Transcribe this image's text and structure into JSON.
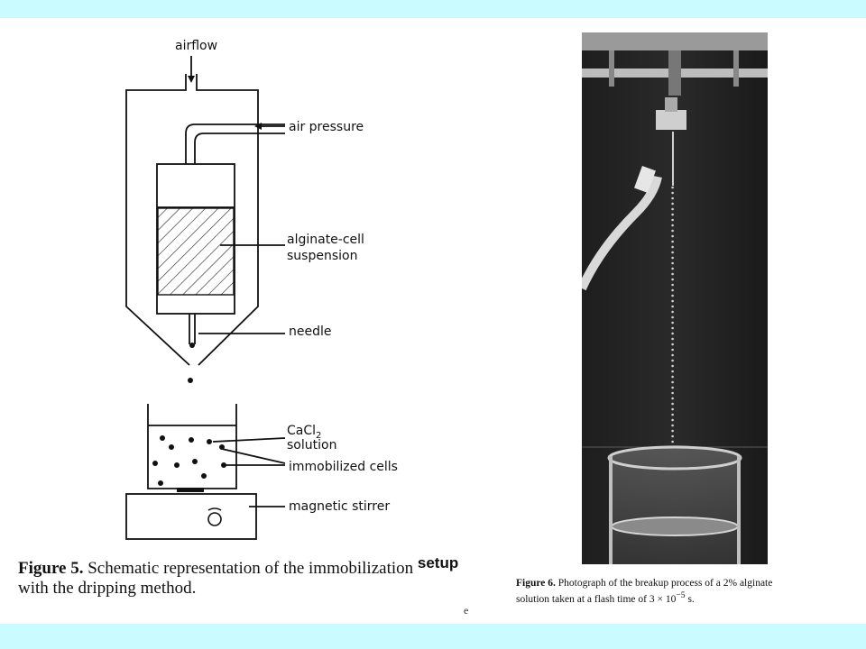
{
  "figure5": {
    "labels": {
      "airflow": "airflow",
      "air_pressure": "air pressure",
      "alginate_line1": "alginate-cell",
      "alginate_line2": "suspension",
      "needle": "needle",
      "cacl_base": "CaCl",
      "cacl_sub": "2",
      "solution": "solution",
      "immobilized": "immobilized cells",
      "stirrer": "magnetic stirrer"
    },
    "caption": {
      "label": "Figure 5.",
      "text": "Schematic representation of the immobilization",
      "setup": "setup",
      "text2": "with the dripping method."
    }
  },
  "figure6": {
    "caption": {
      "label": "Figure 6.",
      "text": "Photograph of the breakup process of a 2% alginate solution taken at a flash time of 3 × 10",
      "exp": "−5",
      "unit": " s."
    }
  },
  "marks": {
    "small_e": "e"
  }
}
